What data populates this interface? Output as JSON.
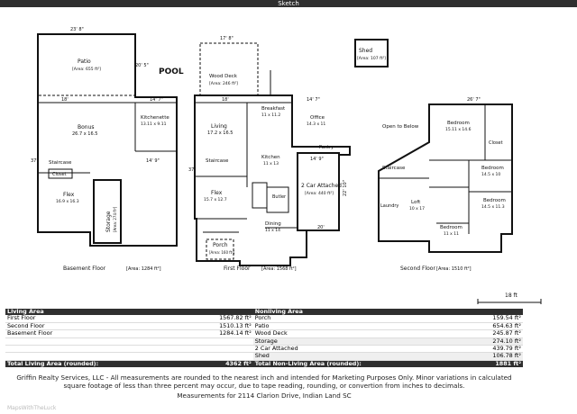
{
  "header": {
    "title": "Sketch"
  },
  "labels": {
    "pool": "POOL",
    "shed": "Shed",
    "shed_area": "[Area: 107 ft²]",
    "patio": "Patio",
    "patio_area": "[Area: 655 ft²]",
    "wood_deck": "Wood Deck",
    "wood_deck_area": "[Area: 246 ft²]",
    "bonus": "Bonus",
    "bonus_dim": "26.7 x 16.5",
    "kitchenette": "Kitchenette",
    "kitchenette_dim": "13.11 x 9.11",
    "staircase": "Staircase",
    "closet": "Closet",
    "flex": "Flex",
    "flex_base_dim": "16.9 x 16.3",
    "storage": "Storage",
    "storage_area": "[Area: 274 ft²]",
    "living": "Living",
    "living_dim": "17.2 x 16.5",
    "breakfast": "Breakfast",
    "breakfast_dim": "11 x 11.2",
    "office": "Office",
    "office_dim": "14.3 x 11",
    "kitchen": "Kitchen",
    "kitchen_dim": "11 x 13",
    "pantry": "Pantry",
    "butler": "Butler",
    "flex_first_dim": "15.7 x 12.7",
    "dining": "Dining",
    "dining_dim": "11 x 14",
    "porch": "Porch",
    "porch_area": "[Area: 160 ft²]",
    "garage": "2 Car Attached",
    "garage_area": "[Area: 440 ft²]",
    "open_below": "Open to Below",
    "bedroom": "Bedroom",
    "bed1_dim": "15.11 x 14.6",
    "bed2_dim": "14.5 x 10",
    "bed3_dim": "14.5 x 11.3",
    "bed4_dim": "11 x 11",
    "loft": "Loft",
    "loft_dim": "10 x 17",
    "laundry": "Laundry",
    "basement_floor": "Basement Floor",
    "basement_area": "[Area: 1284 ft²]",
    "first_floor": "First Floor",
    "first_area": "[Area: 1568 ft²]",
    "second_floor": "Second Floor",
    "second_area": "[Area: 1510 ft²]",
    "scale": "18 ft",
    "dim_23_8": "23' 8\"",
    "dim_17_8": "17' 8\"",
    "dim_26_7": "26' 7\"",
    "dim_20": "20'",
    "dim_18": "18'",
    "dim_14_7": "14' 7\"",
    "dim_14_9": "14' 9\"",
    "dim_37": "37'",
    "dim_20_5": "20' 5\"",
    "dim_22_10": "22' 10\""
  },
  "table": {
    "living_header": "Living Area",
    "nonliving_header": "Nonliving Area",
    "living": [
      {
        "name": "First Floor",
        "value": "1567.82 ft²"
      },
      {
        "name": "Second Floor",
        "value": "1510.13 ft²"
      },
      {
        "name": "Basement Floor",
        "value": "1284.14 ft²"
      }
    ],
    "nonliving": [
      {
        "name": "Porch",
        "value": "159.54 ft²"
      },
      {
        "name": "Patio",
        "value": "654.63 ft²"
      },
      {
        "name": "Wood Deck",
        "value": "245.87 ft²"
      },
      {
        "name": "Storage",
        "value": "274.10 ft²"
      },
      {
        "name": "2 Car Attached",
        "value": "439.79 ft²"
      },
      {
        "name": "Shed",
        "value": "106.78 ft²"
      }
    ],
    "total_living_label": "Total Living Area (rounded):",
    "total_living_value": "4362 ft²",
    "total_nonliving_label": "Total Non-Living Area (rounded):",
    "total_nonliving_value": "1881 ft²"
  },
  "disclaimer": "Griffin Realty Services, LLC - All measurements are rounded to the nearest inch and intended for Marketing Purposes Only.  Minor variations in calculated square footage of less than three percent may occur, due to tape reading, rounding, or convertion from inches to decimals.",
  "measurements": "Measurements for 2114 Clarion Drive, Indian Land SC",
  "watermark": "MapsWithTheLuck"
}
